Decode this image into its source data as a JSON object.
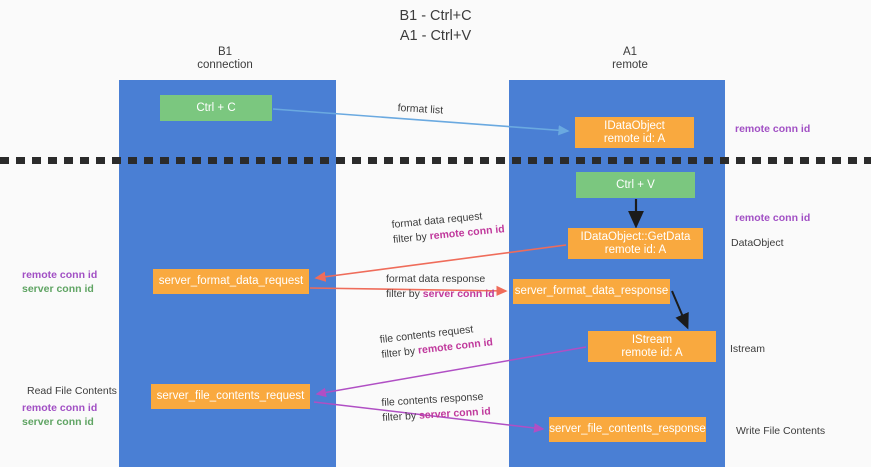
{
  "title": {
    "line1": "B1 - Ctrl+C",
    "line2": "A1 - Ctrl+V"
  },
  "lanes": [
    {
      "id": "b1",
      "name": "B1",
      "sub": "connection"
    },
    {
      "id": "a1",
      "name": "A1",
      "sub": "remote"
    }
  ],
  "boxes": {
    "ctrl_c": {
      "label": "Ctrl + C",
      "color": "#7bc77f"
    },
    "idataobject": {
      "line1": "IDataObject",
      "line2": "remote id: A",
      "color": "#f9a93f"
    },
    "ctrl_v": {
      "label": "Ctrl + V",
      "color": "#7bc77f"
    },
    "idataobject_getdata": {
      "line1": "IDataObject::GetData",
      "line2": "remote id: A",
      "color": "#f9a93f"
    },
    "server_format_data_request": {
      "label": "server_format_data_request",
      "color": "#f9a93f"
    },
    "server_format_data_response": {
      "label": "server_format_data_response",
      "color": "#f9a93f"
    },
    "istream": {
      "line1": "IStream",
      "line2": "remote id: A",
      "color": "#f9a93f"
    },
    "server_file_contents_request": {
      "label": "server_file_contents_request",
      "color": "#f9a93f"
    },
    "server_file_contents_response": {
      "label": "server_file_contents_response",
      "color": "#f9a93f"
    }
  },
  "edge_labels": {
    "format_list": {
      "line1": "format list"
    },
    "format_data_request": {
      "line1": "format data request",
      "prefix2": "filter by ",
      "key2": "remote conn id"
    },
    "format_data_response": {
      "line1": "format data response",
      "prefix2": "filter by ",
      "key2": "server conn id"
    },
    "file_contents_request": {
      "line1": "file contents request",
      "prefix2": "filter by ",
      "key2": "remote conn id"
    },
    "file_contents_response": {
      "line1": "file contents response",
      "prefix2": "filter by ",
      "key2": "server conn id"
    }
  },
  "annotations": {
    "right_remote_conn_top": "remote conn id",
    "right_remote_conn_mid": "remote conn id",
    "right_dataobject": "DataObject",
    "right_istream": "Istream",
    "right_write_file_contents": "Write File Contents",
    "left_remote_conn_mid": "remote conn id",
    "left_server_conn_mid": "server conn id",
    "left_read_file_contents": "Read File Contents",
    "left_remote_conn_bot": "remote conn id",
    "left_server_conn_bot": "server conn id"
  },
  "colors": {
    "lane": "#4a7fd4",
    "green_box": "#7bc77f",
    "orange_box": "#f9a93f",
    "arrow_blue": "#6aa9e0",
    "arrow_red": "#ef6c5a",
    "arrow_magenta": "#b04fc4",
    "arrow_black": "#1b1b1b",
    "key_pink": "#c0399c",
    "note_pink": "#a14fc4",
    "note_green": "#5fa463",
    "separator": "#2b2b2b",
    "background": "#fafafa"
  }
}
